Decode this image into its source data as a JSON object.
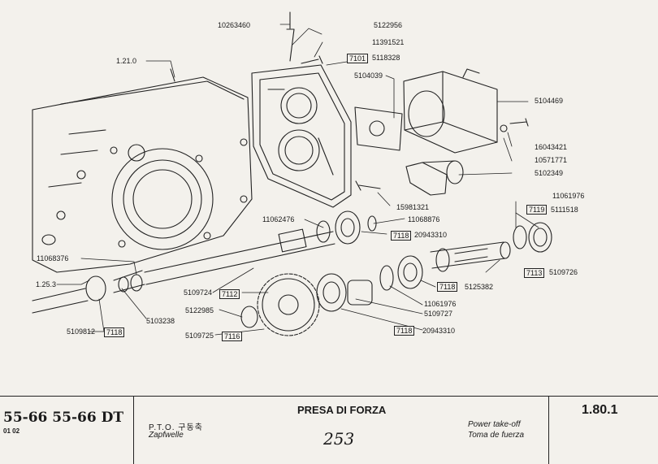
{
  "callouts": {
    "l10263460": "10263460",
    "l5122956": "5122956",
    "l11391521": "11391521",
    "b7101": "7101",
    "l5118328": "5118328",
    "l1210": "1.21.0",
    "l5104039": "5104039",
    "l5104469": "5104469",
    "l16043421": "16043421",
    "l10571771": "10571771",
    "l5102349": "5102349",
    "l15981321": "15981321",
    "l11068876": "11068876",
    "l11062476": "11062476",
    "b7118a": "7118",
    "l20943310a": "20943310",
    "l11061976a": "11061976",
    "b7119": "7119",
    "l5111518": "5111518",
    "l11068376": "11068376",
    "b7113": "7113",
    "l5109726": "5109726",
    "b7118b": "7118",
    "l5125382": "5125382",
    "l1253": "1.25.3",
    "l5109724": "5109724",
    "b7112": "7112",
    "l11061976b": "11061976",
    "l5109727": "5109727",
    "l5122985": "5122985",
    "l5103238": "5103238",
    "b7118c": "7118",
    "l20943310b": "20943310",
    "l5109812": "5109812",
    "b7118d": "7118",
    "l5109725": "5109725",
    "b7116": "7116"
  },
  "footer": {
    "models": "55-66 55-66 DT",
    "model_sub": "01 02",
    "pto": "P.T.O. 구동축",
    "zapfwelle": "Zapfwelle",
    "title": "PRESA DI FORZA",
    "handwritten": "253",
    "power": "Power take-off",
    "toma": "Toma de fuerza",
    "code": "1.80.1"
  }
}
